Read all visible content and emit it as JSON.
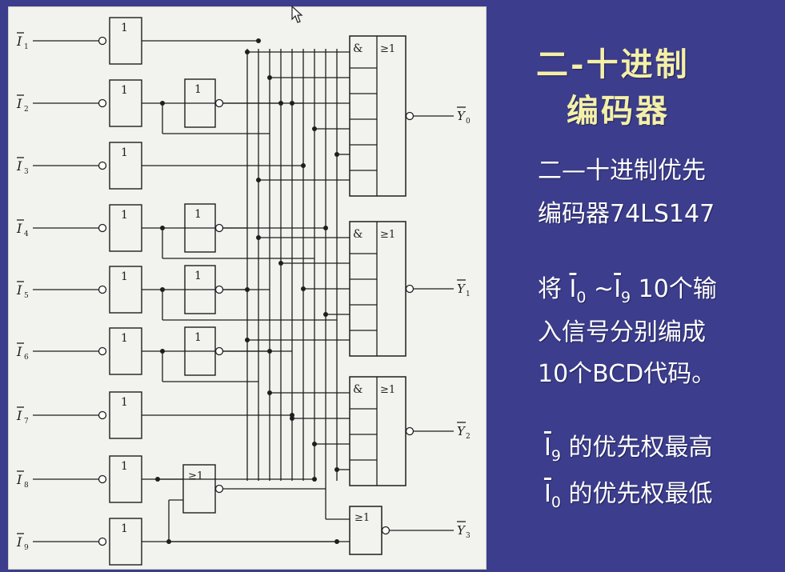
{
  "title": {
    "line1": "二-十进制",
    "line2": "编码器"
  },
  "subtitle": {
    "line1": "二—十进制优先",
    "line2": "编码器74LS147"
  },
  "description": {
    "l1_pre": "将 ",
    "l1_i": "I",
    "l1_s0": "0",
    "l1_mid": " ~",
    "l1_i2": "I",
    "l1_s9": "9",
    "l1_post": " 10个输",
    "line2": "入信号分别编成",
    "line3": "10个BCD代码。"
  },
  "priority": {
    "i": "I",
    "high_sub": "9",
    "high_text": " 的优先权最高",
    "low_sub": "0",
    "low_text": " 的优先权最低"
  },
  "diagram": {
    "inputs": [
      "I₁",
      "I₂",
      "I₃",
      "I₄",
      "I₅",
      "I₆",
      "I₇",
      "I₈",
      "I₉"
    ],
    "input_labels": [
      {
        "i": "I",
        "n": "1"
      },
      {
        "i": "I",
        "n": "2"
      },
      {
        "i": "I",
        "n": "3"
      },
      {
        "i": "I",
        "n": "4"
      },
      {
        "i": "I",
        "n": "5"
      },
      {
        "i": "I",
        "n": "6"
      },
      {
        "i": "I",
        "n": "7"
      },
      {
        "i": "I",
        "n": "8"
      },
      {
        "i": "I",
        "n": "9"
      }
    ],
    "outputs": [
      {
        "y": "Y",
        "n": "0"
      },
      {
        "y": "Y",
        "n": "1"
      },
      {
        "y": "Y",
        "n": "2"
      },
      {
        "y": "Y",
        "n": "3"
      }
    ],
    "not_label": "1",
    "and_label": "&",
    "or_label": "≥1"
  },
  "colors": {
    "background": "#3c3d8c",
    "title": "#f4f0a8",
    "text": "#ffffff",
    "diagram_bg": "#f2f2ee",
    "ink": "#1e1e1e"
  },
  "icons": [
    "mouse-cursor-icon"
  ]
}
